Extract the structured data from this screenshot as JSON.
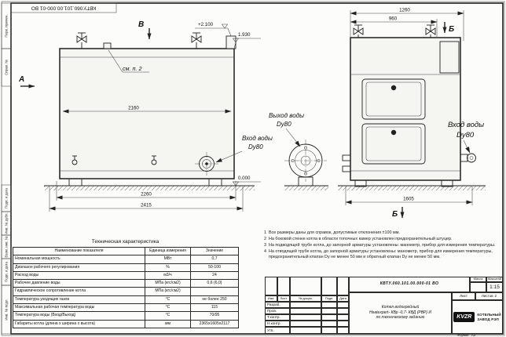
{
  "page": {
    "doc_number_top": "КВТУ.060.101.00.000-01 ВО",
    "format_label": "Формат",
    "format_value": "А3"
  },
  "margin": {
    "labels": [
      "Перв. примен.",
      "Справ. №",
      "Подп. и дата",
      "Инв. № дубл.",
      "Взам. инв. №",
      "Подп. и дата",
      "Инв. № подл."
    ]
  },
  "drawing": {
    "section_a_label": "А",
    "section_b_label": "В",
    "section_g_top_label": "Б",
    "section_g_bottom_label": "Б",
    "see_note_label": "см. п. 2",
    "elev_plus2100": "+2.100",
    "elev_1930": "1.930",
    "elev_0000": "0.000",
    "outlet_water_label": "Выход воды",
    "outlet_water_dn": "Dy80",
    "inlet_front_label": "Вход воды",
    "inlet_front_dn": "Dy80",
    "inlet_side_label": "Вход воды",
    "inlet_side_dn": "Dy80",
    "dim_front_inner": "2160",
    "dim_front_mid": "2260",
    "dim_front_outer": "2415",
    "dim_side_outer": "1260",
    "dim_side_inner": "960",
    "dim_side_bottom": "1605"
  },
  "notes": {
    "items": [
      {
        "num": "1",
        "text": "Все размеры даны для справок, допустимые отклонения ±100 мм."
      },
      {
        "num": "2",
        "text": "На боковой стенке котла в области топочных камер установлен предохранительный штуцер."
      },
      {
        "num": "3",
        "text": "На подводящей трубе котла, до запорной арматуры установлены: манометр, прибор для измерения температуры."
      },
      {
        "num": "4",
        "text": "На отводящей трубе котла, до запорной арматуры установлены: манометр, прибор для измерения температуры, предохранительный клапан Dy не менее 50 мм и обратный клапан Dy не менее 50 мм."
      }
    ]
  },
  "tech_table": {
    "title": "Техническая характеристика",
    "rows": [
      [
        "Наименование показателя",
        "Единица измерения",
        "Значение"
      ],
      [
        "Номинальная мощность",
        "МВт",
        "0,7"
      ],
      [
        "Диапазон рабочего регулирования",
        "%",
        "50-100"
      ],
      [
        "Расход воды",
        "м3/ч",
        "24"
      ],
      [
        "Рабочее давление воды",
        "МПа (кгс/см2)",
        "0,6 (6,0)"
      ],
      [
        "Гидравлическое сопротивление котла",
        "МПа (кгс/см2)",
        ""
      ],
      [
        "Температура уходящих газов",
        "°С",
        "не более 250"
      ],
      [
        "Максимальная рабочая температура воды",
        "°С",
        "115"
      ],
      [
        "Температура воды (Вход/Выход)",
        "°С",
        "70/95"
      ],
      [
        "Габариты котла (длина х ширина х высота)",
        "мм",
        "2365х1605х2117"
      ]
    ]
  },
  "title_block": {
    "doc_number": "КВТУ.060.101.00.000-01 ВО",
    "name_line1": "Котел водогрейный",
    "name_line2": "Heatexpert- КВр -0,7- КВД (РВР) И",
    "name_line3": "по техническому заданию",
    "header_cols": [
      "Изм.",
      "Лист",
      "№ докум.",
      "Подп.",
      "Дата"
    ],
    "sign_rows": [
      "Разраб.",
      "Пров.",
      "Т.контр.",
      "Н.контр.",
      "Утв."
    ],
    "mass_label": "Масса",
    "scale_label": "Масштаб",
    "scale_value": "1:15",
    "sheet_label": "Лист",
    "sheets_label": "Листов",
    "sheets_value": "2",
    "company_logo": "KVZR",
    "company_name_line1": "КОТЕЛЬНЫЙ",
    "company_name_line2": "ЗАВОД РЭП"
  }
}
